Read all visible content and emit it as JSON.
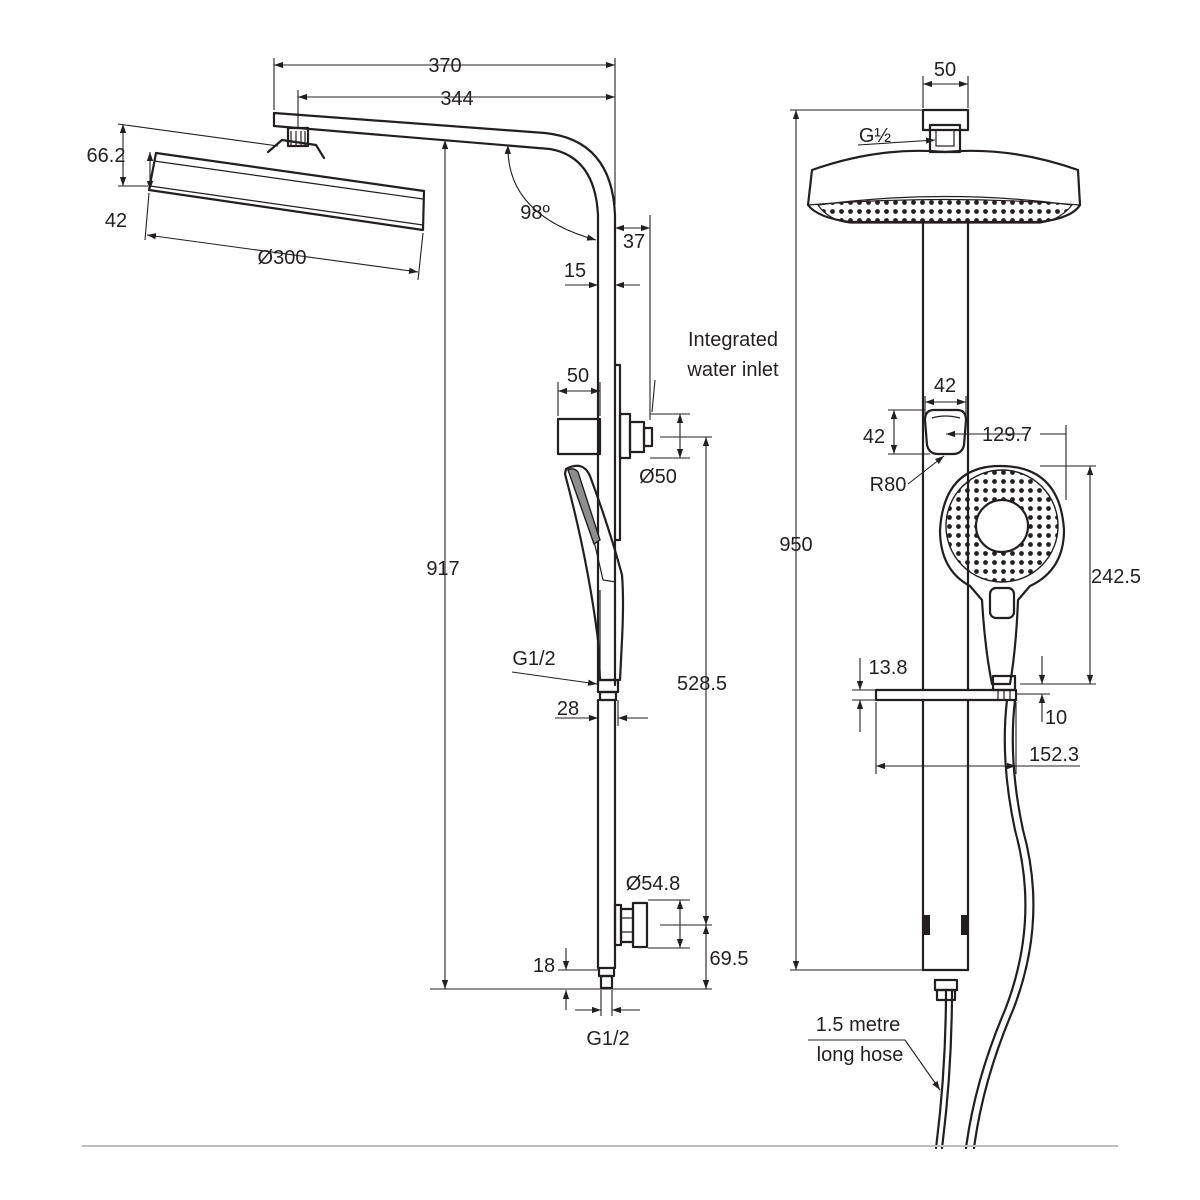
{
  "dimensions": {
    "arm_length_outer": "370",
    "arm_length_inner": "344",
    "head_height": "66.2",
    "head_thickness": "42",
    "head_diameter": "Ø300",
    "arm_angle": "98º",
    "rail_offset_37": "37",
    "rail_offset_15": "15",
    "bracket_width": "50",
    "inlet_diameter": "Ø50",
    "overall_height_side": "917",
    "handle_connection": "G1/2",
    "rail_inlet_distance": "528.5",
    "hose_connector": "28",
    "lower_outlet_diameter": "Ø54.8",
    "bottom_offset": "18",
    "bottom_height": "69.5",
    "bottom_connection": "G1/2",
    "top_width": "50",
    "top_connection": "G½",
    "overall_height_front": "950",
    "holder_width": "42",
    "holder_height": "42",
    "handset_offset": "129.7",
    "holder_radius": "R80",
    "handset_length": "242.5",
    "shelf_height": "13.8",
    "shelf_gap": "10",
    "shelf_width": "152.3"
  },
  "labels": {
    "inlet_line1": "Integrated",
    "inlet_line2": "water inlet",
    "hose_line1": "1.5 metre",
    "hose_line2": "long hose"
  }
}
